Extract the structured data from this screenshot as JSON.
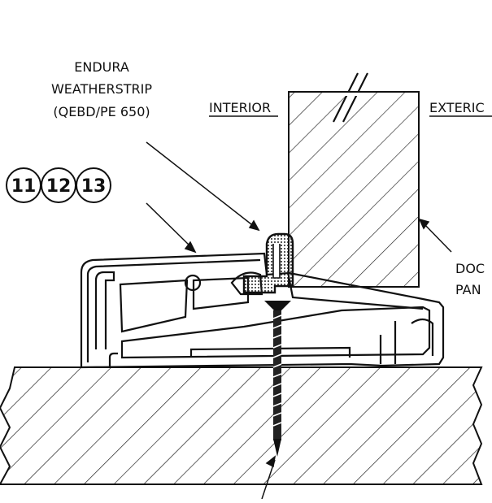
{
  "labels": {
    "weatherstrip_line1": "ENDURA",
    "weatherstrip_line2": "WEATHERSTRIP",
    "weatherstrip_line3": "(QEBD/PE 650)",
    "interior": "INTERIOR",
    "exterior": "EXTERIC",
    "door_line1": "DOC",
    "door_line2": "PAN"
  },
  "callouts": [
    "11",
    "12",
    "13"
  ],
  "colors": {
    "ink": "#111111",
    "background": "#ffffff"
  }
}
